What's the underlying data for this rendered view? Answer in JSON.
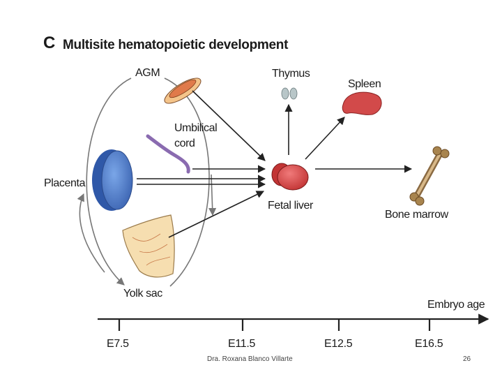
{
  "figure": {
    "panel_letter": "C",
    "title": "Multisite hematopoietic development"
  },
  "sites": {
    "agm": "AGM",
    "umbilical_cord_line1": "Umbilical",
    "umbilical_cord_line2": "cord",
    "placenta": "Placenta",
    "yolk_sac": "Yolk sac",
    "fetal_liver": "Fetal liver",
    "thymus": "Thymus",
    "spleen": "Spleen",
    "bone_marrow": "Bone marrow"
  },
  "timeline": {
    "axis_label": "Embryo age",
    "ticks": [
      "E7.5",
      "E11.5",
      "E12.5",
      "E16.5"
    ]
  },
  "footer": {
    "author": "Dra. Roxana Blanco Villarte",
    "page_number": "26"
  },
  "colors": {
    "placenta": "#4a78c4",
    "liver": "#d84848",
    "spleen": "#d24a4a",
    "thymus": "#b8c6c8",
    "cord": "#8a6bb0",
    "yolk_sac": "#f6deb0",
    "bone": "#b08a5a",
    "agm": "#e89a6a"
  }
}
